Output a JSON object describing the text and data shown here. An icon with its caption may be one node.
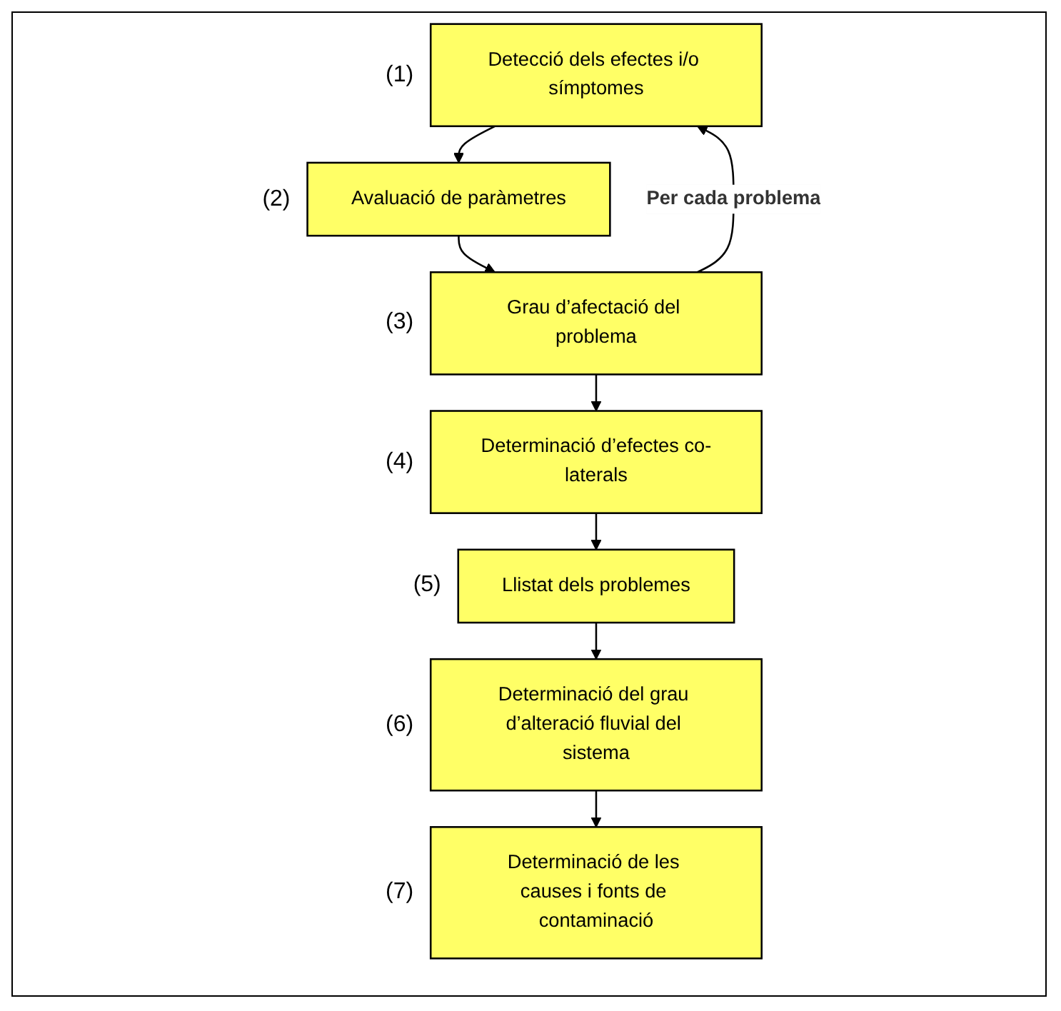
{
  "diagram": {
    "nodes": [
      {
        "text": [
          "Detecció dels efectes i/o símptomes"
        ],
        "beside": [
          "(1)"
        ]
      },
      {
        "text": [
          "Avaluació de paràmetres"
        ],
        "beside": [
          "(2)"
        ]
      },
      {
        "text": [
          "Grau d’afectació del problema"
        ],
        "beside": [
          "(3)"
        ]
      },
      {
        "text": [
          "Determinació d’efectes co-laterals"
        ],
        "beside": [
          "(4)"
        ]
      },
      {
        "text": [
          "Llistat dels problemes"
        ],
        "beside": [
          "(5)"
        ]
      },
      {
        "text": [
          "Determinació del grau d’alteració fluvial del sistema"
        ],
        "beside": [
          "(6)"
        ]
      },
      {
        "text": [
          "Determinació de les causes i fonts de contaminació"
        ],
        "beside": [
          "(7)"
        ]
      }
    ],
    "edges": [
      {
        "from": 0,
        "to": 1,
        "arrow": "to"
      },
      {
        "from": 1,
        "to": 2,
        "arrow": "to"
      },
      {
        "from": 2,
        "to": 3,
        "arrow": "to"
      },
      {
        "from": 2,
        "to": 0,
        "arrow": "to",
        "label": "Per cada problema"
      },
      {
        "from": 3,
        "to": 4,
        "arrow": "to"
      },
      {
        "from": 4,
        "to": 5,
        "arrow": "to"
      },
      {
        "from": 5,
        "to": 6,
        "arrow": "to"
      }
    ]
  }
}
